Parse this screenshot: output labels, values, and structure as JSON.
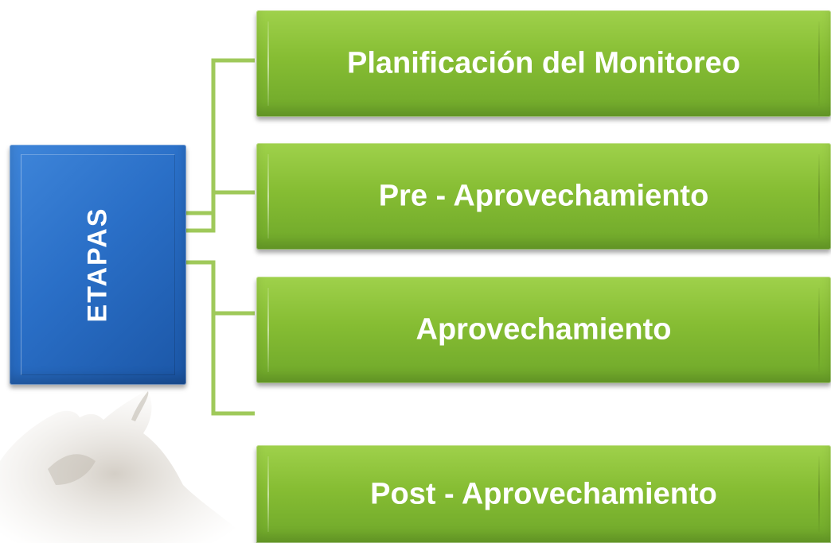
{
  "root": {
    "label": "ETAPAS",
    "color": "#2a6fc7"
  },
  "stages": [
    {
      "label": "Planificación del Monitoreo"
    },
    {
      "label": "Pre - Aprovechamiento"
    },
    {
      "label": "Aprovechamiento"
    },
    {
      "label": "Post - Aprovechamiento"
    }
  ],
  "colors": {
    "stage_fill": "#86bd33",
    "connector": "#9fc95a",
    "text": "#ffffff"
  }
}
